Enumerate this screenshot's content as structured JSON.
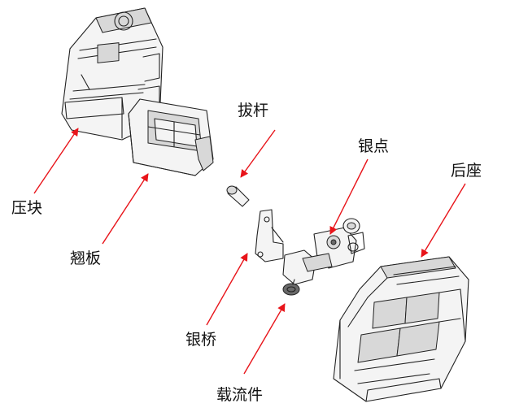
{
  "colors": {
    "arrow": "#e8141a",
    "stroke": "#222222",
    "label": "#111111"
  },
  "labels": {
    "pressure_block": "压块",
    "rocker_plate": "翘板",
    "lever": "拔杆",
    "silver_contact": "银点",
    "rear_base": "后座",
    "silver_bridge": "银桥",
    "current_carrier": "载流件"
  }
}
